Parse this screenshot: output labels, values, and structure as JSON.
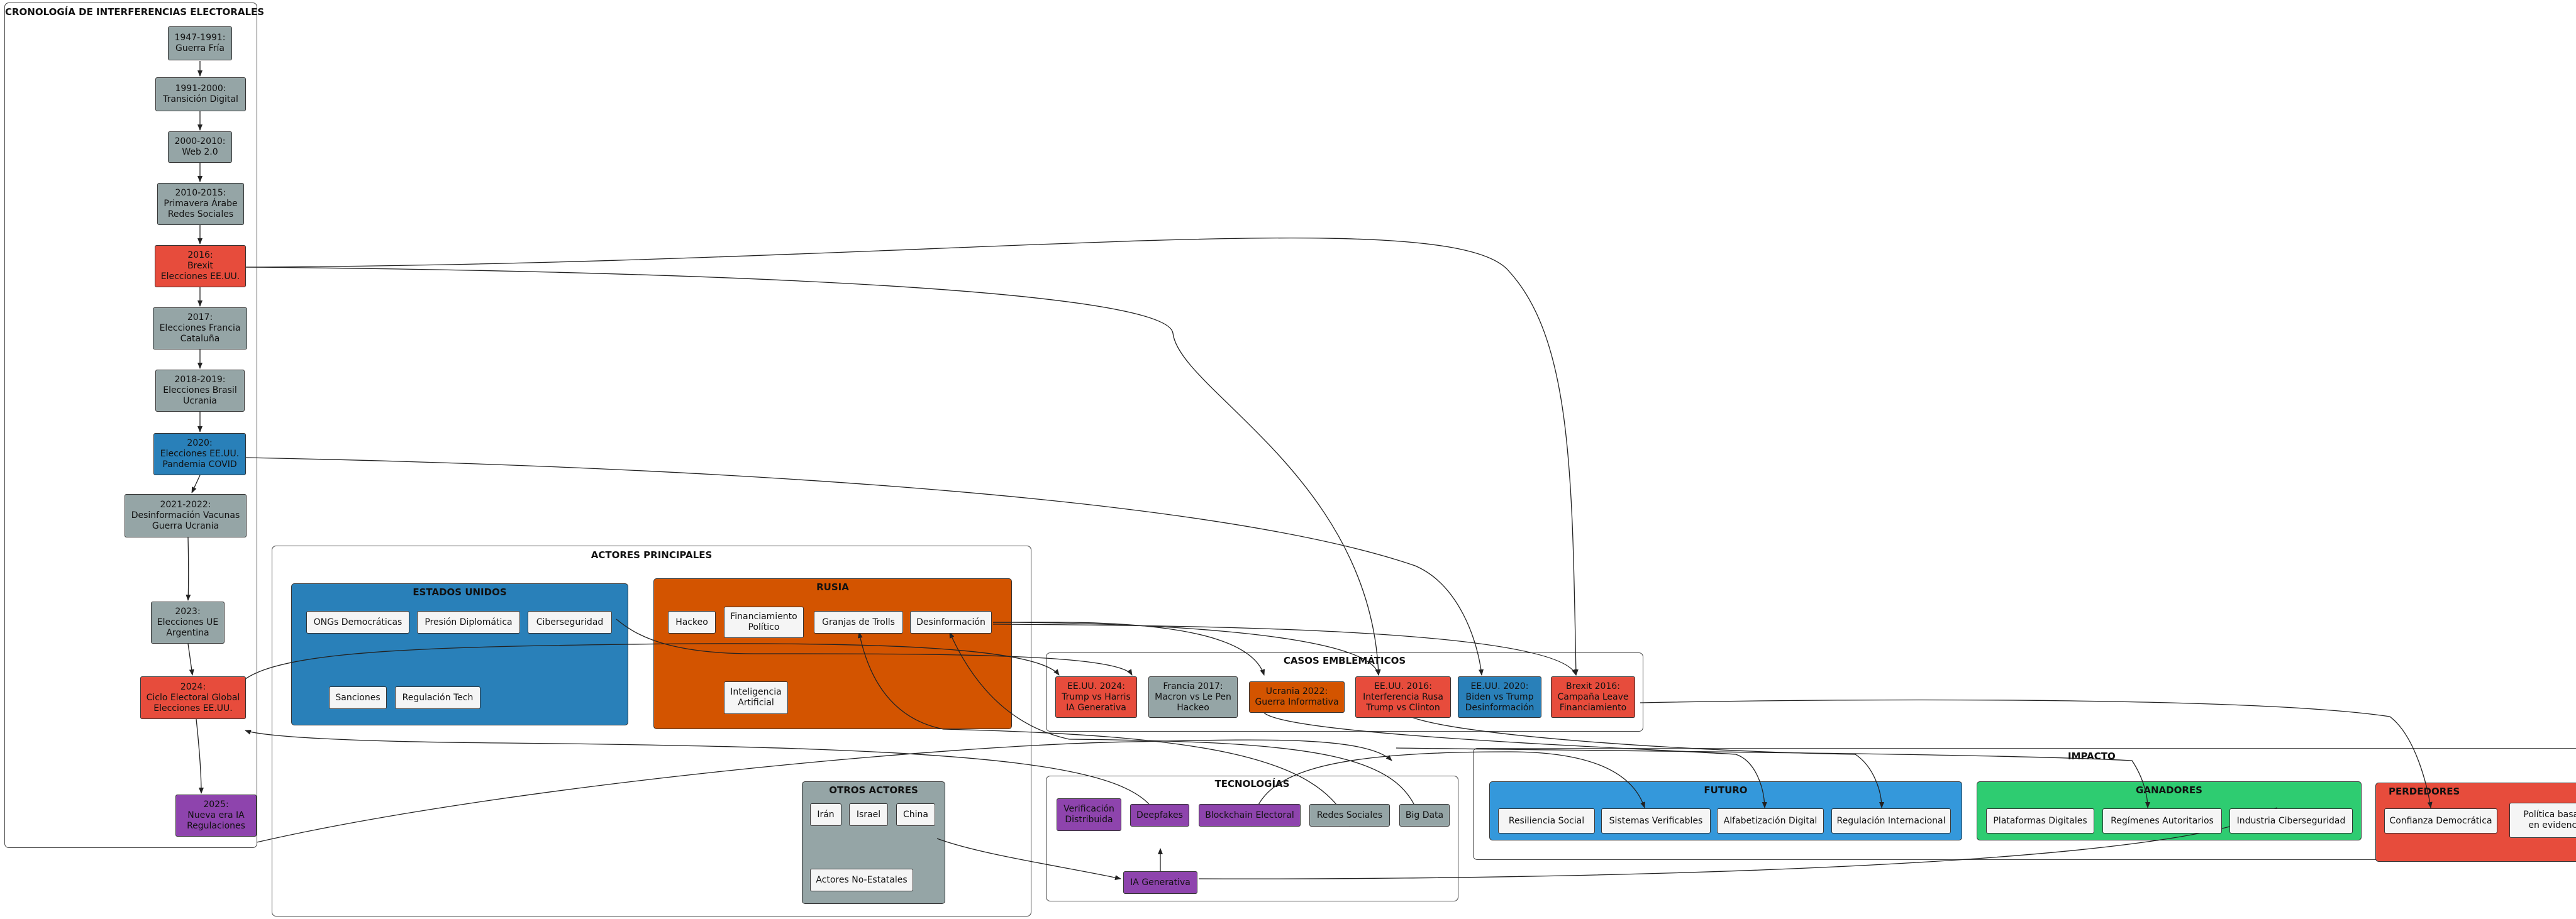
{
  "clusters": {
    "cronologia": "CRONOLOGÍA DE INTERFERENCIAS ELECTORALES",
    "actores": "ACTORES PRINCIPALES",
    "eeuu": "ESTADOS UNIDOS",
    "rusia": "RUSIA",
    "otros": "OTROS ACTORES",
    "casos": "CASOS EMBLEMÁTICOS",
    "tecnologias": "TECNOLOGÍAS",
    "impacto": "IMPACTO",
    "futuro": "FUTURO",
    "ganadores": "GANADORES",
    "perdedores": "PERDEDORES"
  },
  "timeline": {
    "t1947": "1947-1991:\nGuerra Fría",
    "t1991": "1991-2000:\nTransición Digital",
    "t2000": "2000-2010:\nWeb 2.0",
    "t2010": "2010-2015:\nPrimavera Árabe\nRedes Sociales",
    "t2016": "2016:\nBrexit\nElecciones EE.UU.",
    "t2017": "2017:\nElecciones Francia\nCataluña",
    "t2018": "2018-2019:\nElecciones Brasil\nUcrania",
    "t2020": "2020:\nElecciones EE.UU.\nPandemia COVID",
    "t2021": "2021-2022:\nDesinformación Vacunas\nGuerra Ucrania",
    "t2023": "2023:\nElecciones UE\nArgentina",
    "t2024": "2024:\nCiclo Electoral Global\nElecciones EE.UU.",
    "t2025": "2025:\nNueva era IA\nRegulaciones"
  },
  "eeuu": {
    "ongs": "ONGs Democráticas",
    "presion": "Presión Diplomática",
    "ciber": "Ciberseguridad",
    "sanciones": "Sanciones",
    "regulacion": "Regulación Tech"
  },
  "rusia": {
    "hackeo": "Hackeo",
    "financiamiento": "Financiamiento\nPolítico",
    "granjas": "Granjas de Trolls",
    "desinfo": "Desinformación",
    "ia": "Inteligencia\nArtificial"
  },
  "otros": {
    "iran": "Irán",
    "israel": "Israel",
    "china": "China",
    "noestatales": "Actores No-Estatales"
  },
  "casos": {
    "trumpharris": "EE.UU. 2024:\nTrump vs Harris\nIA Generativa",
    "francia": "Francia 2017:\nMacron vs Le Pen\nHackeo",
    "ucrania": "Ucrania 2022:\nGuerra Informativa",
    "clinton": "EE.UU. 2016:\nInterferencia Rusa\nTrump vs Clinton",
    "biden": "EE.UU. 2020:\nBiden vs Trump\nDesinformación",
    "brexit": "Brexit 2016:\nCampaña Leave\nFinanciamiento"
  },
  "tecnologias": {
    "verificacion": "Verificación\nDistribuida",
    "deepfakes": "Deepfakes",
    "blockchain": "Blockchain Electoral",
    "redes": "Redes Sociales",
    "bigdata": "Big Data",
    "iagen": "IA Generativa"
  },
  "futuro": {
    "resiliencia": "Resiliencia Social",
    "sistemas": "Sistemas Verificables",
    "alfabetizacion": "Alfabetización Digital",
    "regulacion": "Regulación Internacional"
  },
  "ganadores": {
    "plataformas": "Plataformas Digitales",
    "regimenes": "Regímenes Autoritarios",
    "industria": "Industria Ciberseguridad"
  },
  "perdedores": {
    "confianza": "Confianza Democrática",
    "politica": "Política basada\nen evidencia"
  },
  "colors": {
    "gray": "#95a5a6",
    "red": "#e74c3c",
    "blue": "#2980b9",
    "orange": "#d35400",
    "purple": "#8e44ad",
    "sky": "#3498db",
    "green": "#2ecc71"
  }
}
